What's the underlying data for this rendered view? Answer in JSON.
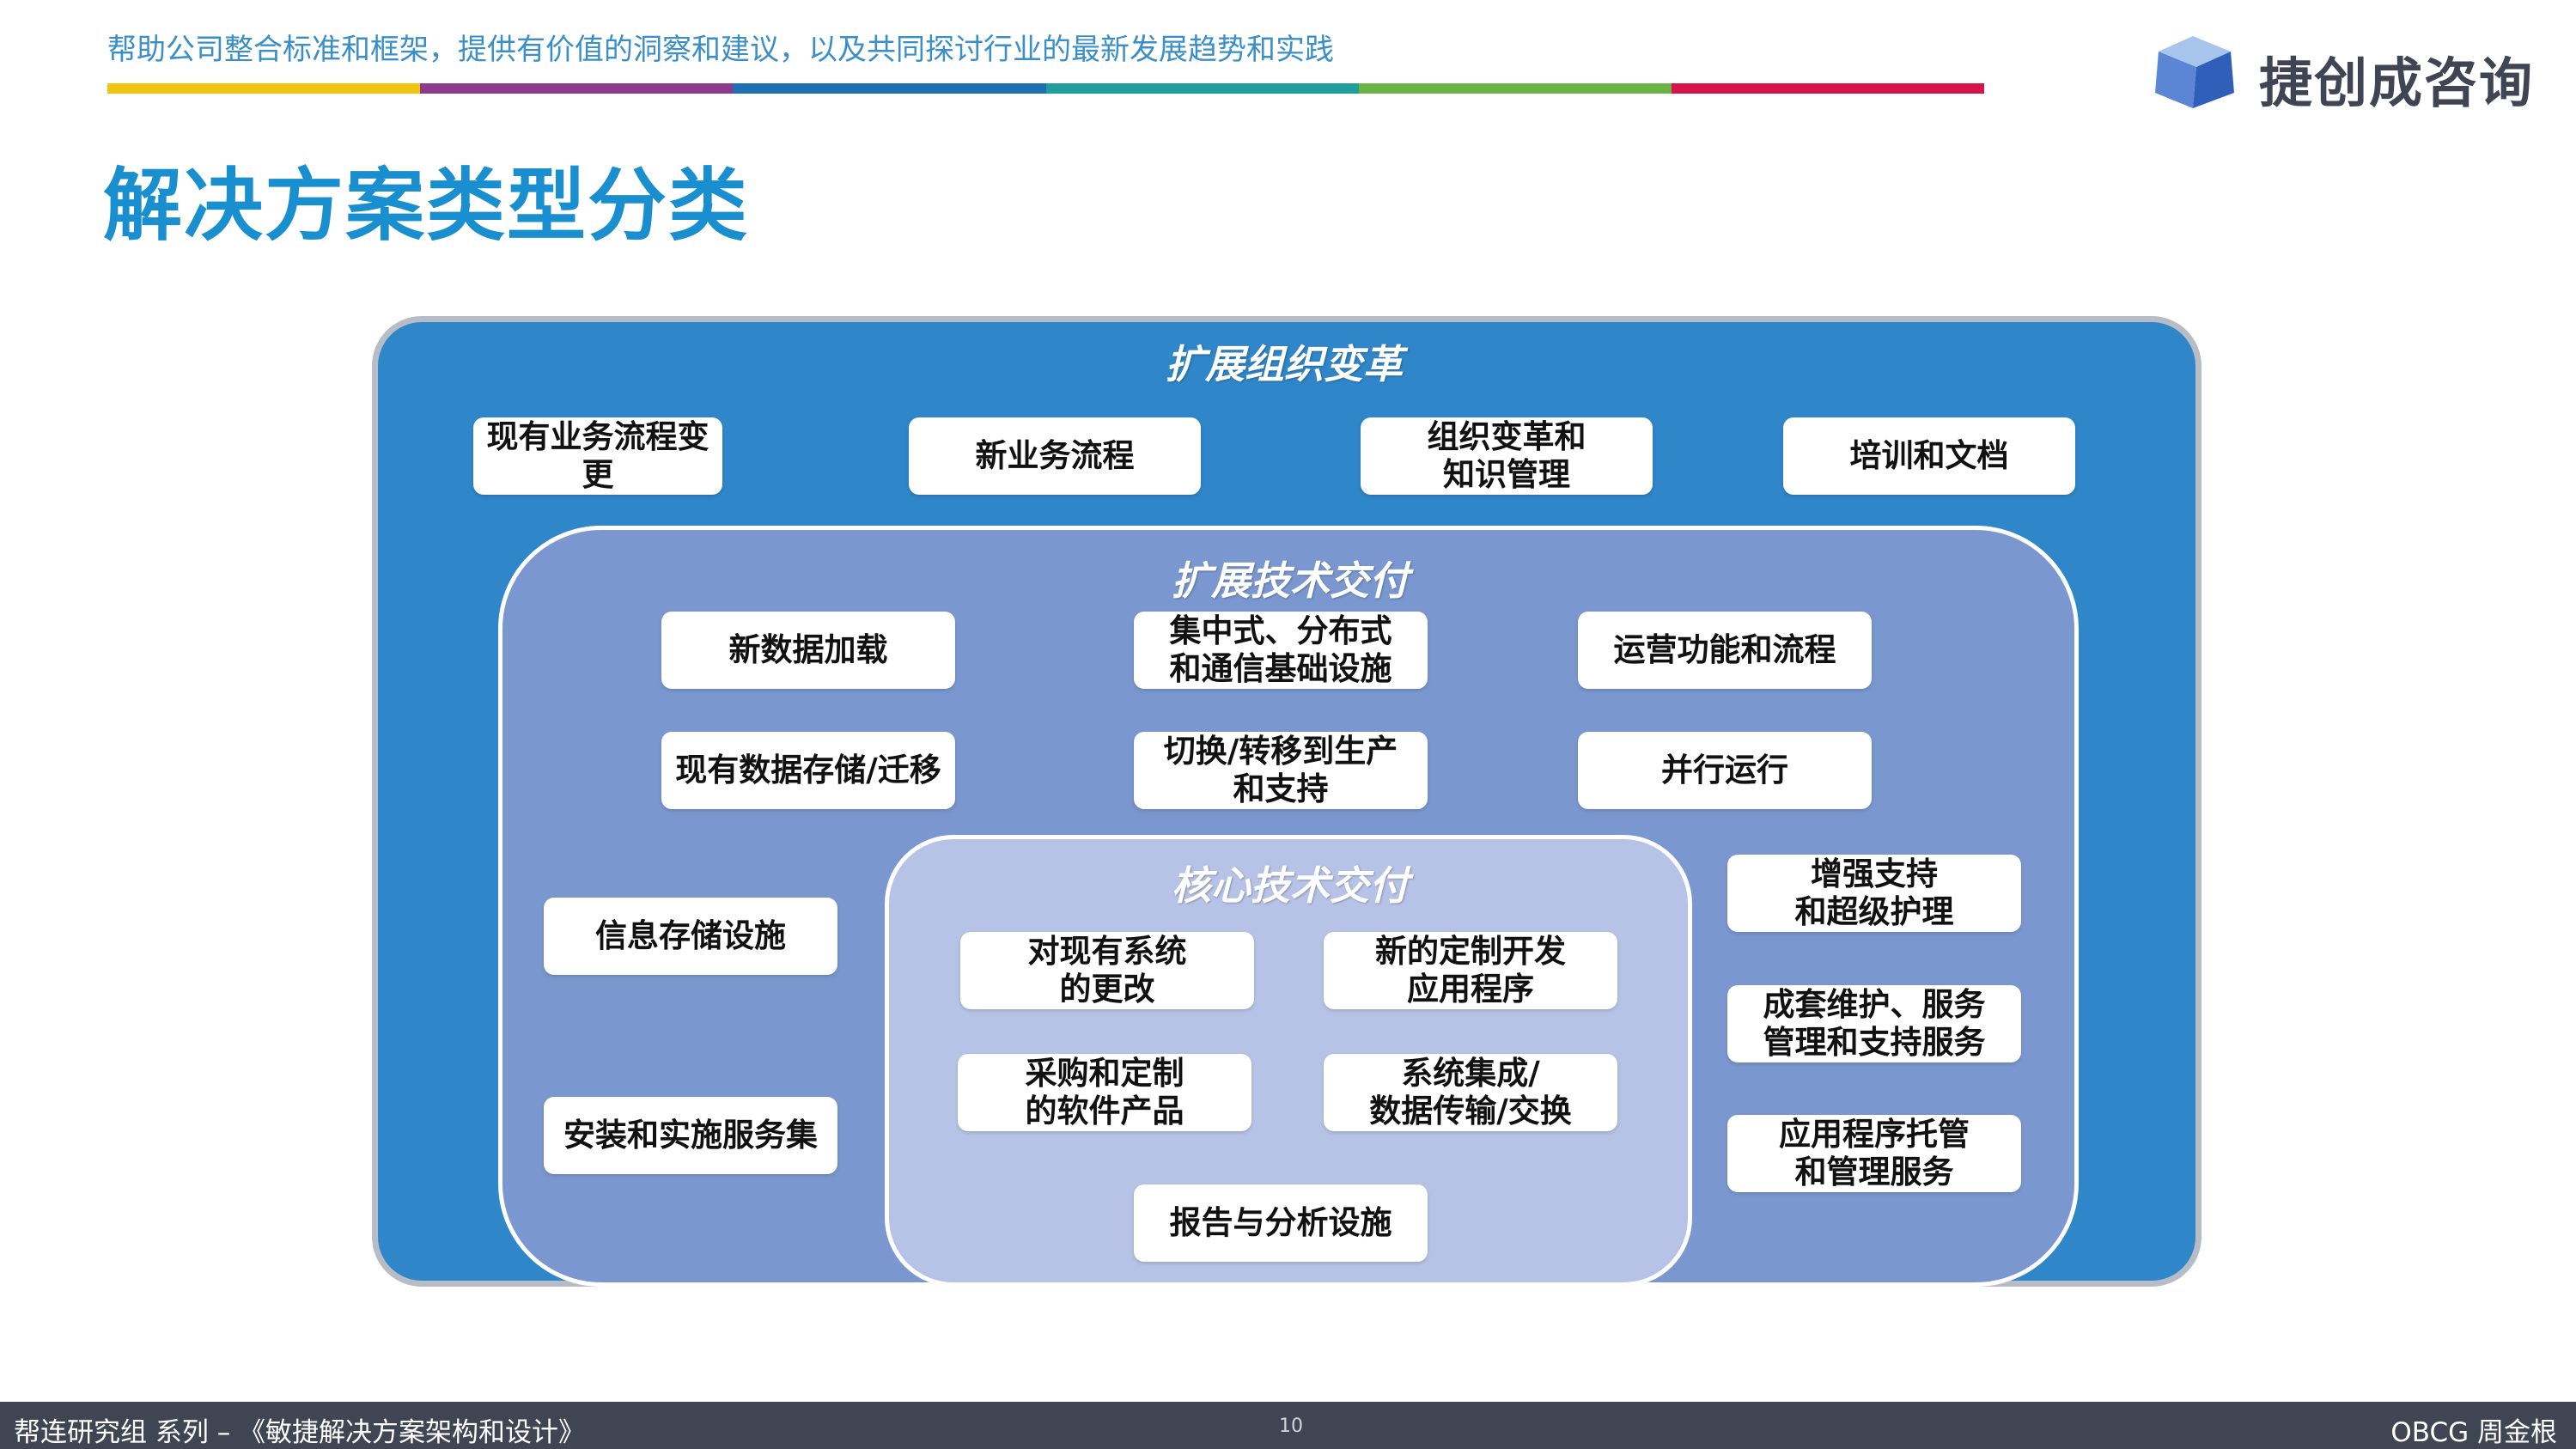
{
  "header": {
    "tagline": "帮助公司整合标准和框架，提供有价值的洞察和建议，以及共同探讨行业的最新发展趋势和实践",
    "stripe_colors": [
      "#f1c40f",
      "#8e3a8c",
      "#1f6fb4",
      "#1f9e9c",
      "#6ab344",
      "#d4144a"
    ],
    "logo_text": "捷创成咨询"
  },
  "title": "解决方案类型分类",
  "diagram": {
    "outer": {
      "label": "扩展组织变革",
      "boxes": [
        "现有业务流程变更",
        "新业务流程",
        "组织变革和\n知识管理",
        "培训和文档"
      ]
    },
    "middle": {
      "label": "扩展技术交付",
      "boxes": [
        "新数据加载",
        "集中式、分布式\n和通信基础设施",
        "运营功能和流程",
        "现有数据存储/迁移",
        "切换/转移到生产\n和支持",
        "并行运行",
        "信息存储设施",
        "安装和实施服务集",
        "增强支持\n和超级护理",
        "成套维护、服务\n管理和支持服务",
        "应用程序托管\n和管理服务"
      ]
    },
    "inner": {
      "label": "核心技术交付",
      "boxes": [
        "对现有系统\n的更改",
        "新的定制开发\n应用程序",
        "采购和定制\n的软件产品",
        "系统集成/\n数据传输/交换",
        "报告与分析设施"
      ]
    }
  },
  "footer": {
    "left": "帮连研究组 系列 – 《敏捷解决方案架构和设计》",
    "page_number": "10",
    "right": "OBCG 周金根"
  },
  "colors": {
    "outer_fill": "#2f86c9",
    "middle_fill": "#7a98cf",
    "inner_fill": "#b6c3e6",
    "title_color": "#1a8fd0",
    "footer_bg": "#3f4553"
  }
}
